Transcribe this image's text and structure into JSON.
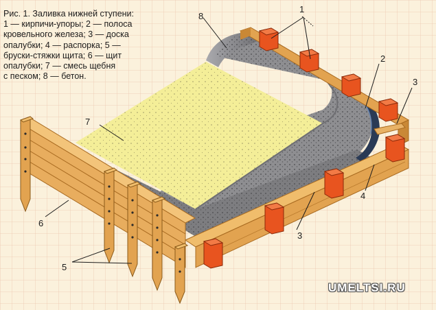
{
  "caption": {
    "title": "Рис. 1. Заливка нижней ступени:",
    "lines": [
      "1 — кирпичи-упоры; 2 — полоса",
      "кровельного железа; 3 — доска",
      "опалубки; 4 — распорка; 5 —",
      "бруски-стяжки щита; 6 — щит",
      "опалубки; 7 — смесь щебня",
      "с песком; 8 — бетон."
    ]
  },
  "labels": {
    "n1": "1",
    "n2": "2",
    "n3a": "3",
    "n3b": "3",
    "n4": "4",
    "n5": "5",
    "n6": "6",
    "n7": "7",
    "n8": "8"
  },
  "watermark": "UMELTSI.RU",
  "colors": {
    "background": "#fbf1dc",
    "grid": "#ecc6b0",
    "gravel": "#f4ee98",
    "concrete": "#8e8e91",
    "wood": "#e2a350",
    "brick": "#e8541f",
    "metal_strip": "#2a3a55"
  }
}
